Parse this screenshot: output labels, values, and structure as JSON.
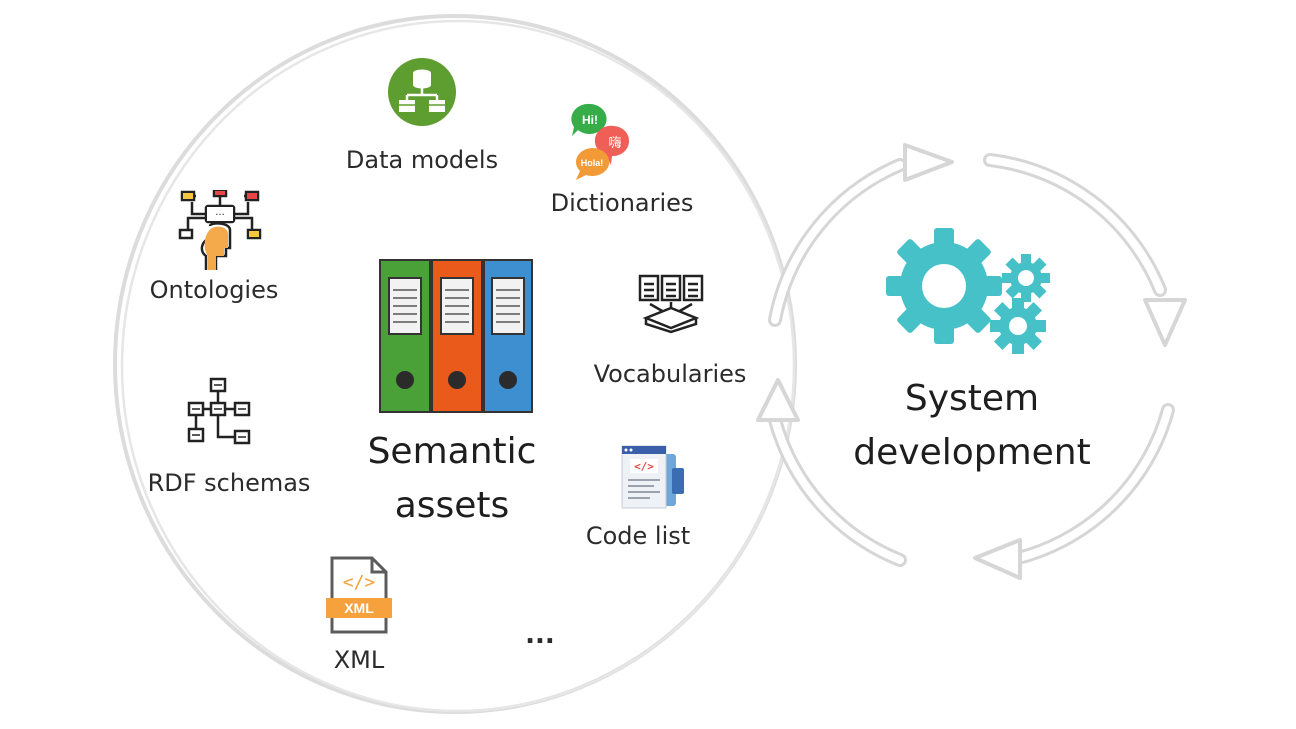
{
  "assets": {
    "title_line1": "Semantic",
    "title_line2": "assets",
    "items": {
      "data_models": "Data models",
      "dictionaries": "Dictionaries",
      "ontologies": "Ontologies",
      "vocabularies": "Vocabularies",
      "rdf_schemas": "RDF schemas",
      "code_list": "Code list",
      "xml": "XML",
      "more": "..."
    },
    "bubble_texts": [
      "Hi!",
      "嗨",
      "Hola!"
    ],
    "xml_badge": "XML",
    "code_tag": "</>"
  },
  "system": {
    "title_line1": "System",
    "title_line2": "development"
  },
  "colors": {
    "circle_outline": "#dcdcdc",
    "binder_green": "#4aa137",
    "binder_orange": "#ea5a1a",
    "binder_blue": "#3e8fd0",
    "gear": "#47c1c8",
    "data_models_icon": "#5e9d2f",
    "xml_badge": "#f5a23c"
  }
}
